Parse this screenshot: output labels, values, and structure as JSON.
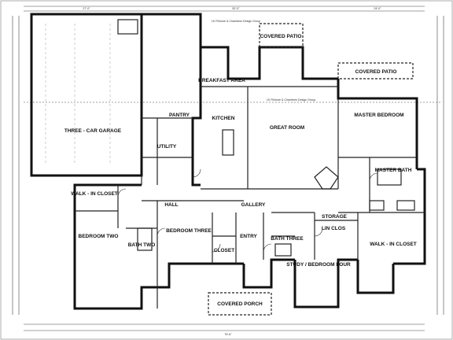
{
  "plan": {
    "title_block": "1K Fillmore & Chambers Design Group",
    "rooms": {
      "garage": "THREE - CAR GARAGE",
      "covered_patio": "COVERED PATIO",
      "covered_patio_2": "COVERED PATIO",
      "breakfast": "BREAKFAST AREA",
      "pantry": "PANTRY",
      "kitchen": "KITCHEN",
      "great_room": "GREAT ROOM",
      "master_bedroom": "MASTER BEDROOM",
      "master_bath": "MASTER BATH",
      "utility": "UTILITY",
      "walkin_closet": "WALK - IN CLOSET",
      "hall": "HALL",
      "gallery": "GALLERY",
      "storage": "STORAGE",
      "bedroom_two": "BEDROOM TWO",
      "bath_two": "BATH TWO",
      "bedroom_three": "BEDROOM THREE",
      "closet": "CLOSET",
      "entry": "ENTRY",
      "bath_three": "BATH THREE",
      "walkin_closet_2": "WALK - IN CLOSET",
      "study": "STUDY / BEDROOM FOUR",
      "covered_porch": "COVERED PORCH",
      "lin_clos": "LIN CLOS"
    },
    "notes": {
      "design_group": "1K Fillmore & Chambers Design Group"
    }
  }
}
